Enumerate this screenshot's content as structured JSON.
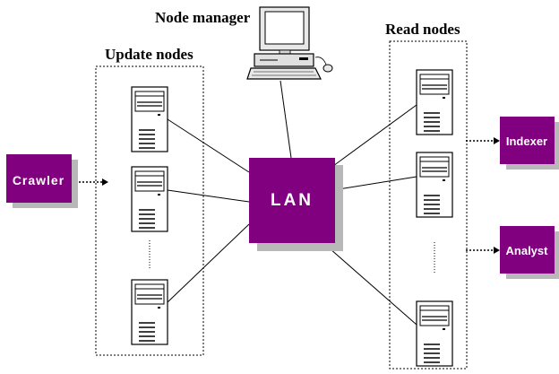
{
  "colors": {
    "box_fill": "#800080",
    "shadow": "#b8b8b8",
    "line": "#000000",
    "background": "#ffffff"
  },
  "labels": {
    "node_manager": "Node manager",
    "update_nodes": "Update nodes",
    "read_nodes": "Read nodes",
    "lan": "LAN",
    "crawler": "Crawler",
    "indexer": "Indexer",
    "analyst": "Analyst"
  },
  "icons": {
    "server": "server-tower-icon",
    "workstation": "computer-workstation-icon",
    "ellipsis": "vertical-dots-icon"
  }
}
